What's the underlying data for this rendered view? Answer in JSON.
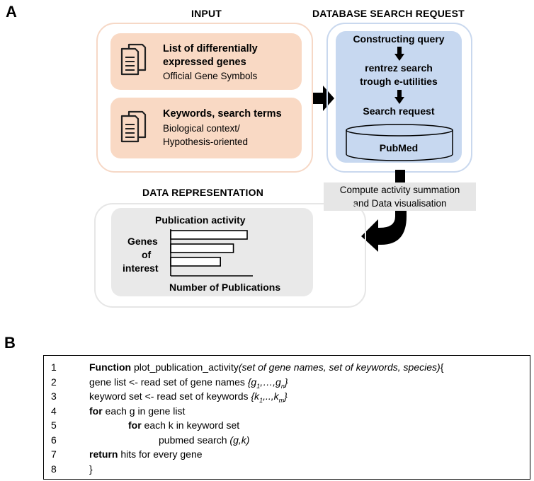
{
  "panel_a": {
    "letter": "A",
    "input": {
      "title": "INPUT",
      "genes_box": {
        "line1": "List of differentially",
        "line2": "expressed genes",
        "sub": "Official Gene Symbols",
        "icon": "document-icon"
      },
      "keywords_box": {
        "head": "Keywords, search terms",
        "sub1": "Biological context/",
        "sub2": "Hypothesis-oriented",
        "icon": "document-icon"
      }
    },
    "database": {
      "title": "DATABASE SEARCH REQUEST",
      "step1": "Constructing query",
      "step2_line1": "rentrez search",
      "step2_line2": "trough e-utilities",
      "step3": "Search request",
      "db_label": "PubMed"
    },
    "compute": {
      "line1": "Compute activity summation",
      "line2": "and Data visualisation"
    },
    "representation": {
      "title": "DATA REPRESENTATION",
      "chart_title": "Publication activity",
      "ylabel_1": "Genes",
      "ylabel_2": "of",
      "ylabel_3": "interest",
      "xlabel": "Number of Publications"
    }
  },
  "chart_data": {
    "type": "bar",
    "orientation": "horizontal",
    "title": "Publication activity",
    "ylabel": "Genes of interest",
    "xlabel": "Number of Publications",
    "values": [
      1.0,
      0.82,
      0.65
    ]
  },
  "panel_b": {
    "letter": "B",
    "lines": [
      {
        "num": "1",
        "text": "<b>Function</b> plot_publication_activity<i>(set of gene names, set of keywords, species)</i>{"
      },
      {
        "num": "2",
        "text": "gene list &lt;- read set of gene names <i>{g<sub>1</sub>,…,g<sub>n</sub>}</i>"
      },
      {
        "num": "3",
        "text": "keyword set &lt;- read set of keywords <i>{k<sub>1</sub>,..,k<sub>m</sub>}</i>"
      },
      {
        "num": "4",
        "text": "<b>for</b> each g in gene list"
      },
      {
        "num": "5",
        "text": "<b>for</b> each k in keyword set"
      },
      {
        "num": "6",
        "text": "pubmed search <i>(g,k)</i>"
      },
      {
        "num": "7",
        "text": "<b>return</b> hits for every gene"
      },
      {
        "num": "8",
        "text": "}"
      }
    ]
  },
  "colors": {
    "input_fill": "#f9d9c4",
    "input_border": "#f6d8c6",
    "db_fill": "#c7d8f0",
    "db_border": "#c9d8ee",
    "rep_fill": "#e9e9e9",
    "arrow": "#000000"
  }
}
